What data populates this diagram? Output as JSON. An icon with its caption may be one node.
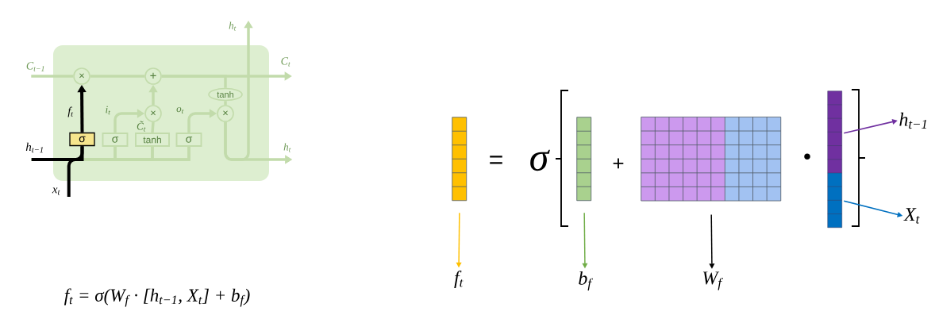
{
  "diagram": {
    "nodes": [
      {
        "text": [],
        "shape": "box"
      },
      {
        "text": [
          "h$_{t}$"
        ]
      },
      {
        "text": [
          "C$_{t−1}$"
        ]
      },
      {
        "text": [
          "C$_{t}$"
        ]
      },
      {
        "text": [
          "×"
        ],
        "in": 0
      },
      {
        "text": [
          "+"
        ],
        "in": 0
      },
      {
        "text": [
          "tanh"
        ],
        "in": 0
      },
      {
        "text": [
          "×"
        ],
        "in": 0
      },
      {
        "text": [
          "×"
        ],
        "in": 0
      },
      {
        "text": [
          "σ"
        ],
        "in": 0
      },
      {
        "text": [
          "σ"
        ],
        "in": 0
      },
      {
        "text": [
          "tanh"
        ],
        "in": 0
      },
      {
        "text": [
          "σ"
        ],
        "in": 0
      },
      {
        "text": [
          "h$_{t}$"
        ]
      },
      {
        "text": [
          "h$_{t−1}$"
        ]
      },
      {
        "text": [
          "x$_{t}$"
        ]
      },
      {
        "text": [],
        "shape": "bar"
      },
      {
        "text": [],
        "shape": "bar"
      },
      {
        "text": [],
        "shape": "grid"
      },
      {
        "text": [],
        "shape": "bar"
      },
      {
        "text": [
          "h$_{t−1}$"
        ]
      },
      {
        "text": [
          "X$_{t}$"
        ]
      },
      {
        "text": [
          "f$_{t}$"
        ]
      },
      {
        "text": [
          "b$_{f}$"
        ]
      },
      {
        "text": [
          "W$_{f}$"
        ]
      }
    ],
    "edges": [
      {
        "from": 2,
        "to": 4,
        "arrow": "none"
      },
      {
        "from": 4,
        "to": 5,
        "arrow": "none"
      },
      {
        "from": 5,
        "to": 3,
        "arrow": "to"
      },
      {
        "from": 5,
        "to": 6,
        "arrow": "none"
      },
      {
        "from": 6,
        "to": 8,
        "arrow": "none"
      },
      {
        "from": 10,
        "to": 7,
        "arrow": "to",
        "label": "i$_{t}$"
      },
      {
        "from": 11,
        "to": 7,
        "arrow": "none",
        "label": "C̃$_{t}$"
      },
      {
        "from": 7,
        "to": 5,
        "arrow": "to"
      },
      {
        "from": 12,
        "to": 8,
        "arrow": "to",
        "label": "o$_{t}$"
      },
      {
        "from": 8,
        "to": 13,
        "arrow": "to"
      },
      {
        "from": 8,
        "to": 1,
        "arrow": "to"
      },
      {
        "from": 14,
        "to": 10,
        "arrow": "none"
      },
      {
        "from": 15,
        "to": 10,
        "arrow": "none"
      },
      {
        "from": 14,
        "to": 11,
        "arrow": "none"
      },
      {
        "from": 15,
        "to": 11,
        "arrow": "none"
      },
      {
        "from": 14,
        "to": 12,
        "arrow": "none"
      },
      {
        "from": 15,
        "to": 12,
        "arrow": "none"
      },
      {
        "from": 14,
        "to": 9,
        "arrow": "none",
        "color": "#000000"
      },
      {
        "from": 15,
        "to": 9,
        "arrow": "none",
        "color": "#000000"
      },
      {
        "from": 9,
        "to": 4,
        "arrow": "to",
        "label": "f$_{t}$",
        "color": "#000000"
      },
      {
        "from": 16,
        "to": 22,
        "arrow": "to",
        "color": "#ffc000"
      },
      {
        "from": 17,
        "to": 23,
        "arrow": "to",
        "color": "#70ad47"
      },
      {
        "from": 18,
        "to": 24,
        "arrow": "to",
        "color": "#000000"
      },
      {
        "from": 19,
        "to": 20,
        "arrow": "to",
        "color": "#7030a0"
      },
      {
        "from": 19,
        "to": 21,
        "arrow": "to",
        "color": "#0070c0"
      }
    ],
    "labels": [
      "=",
      "σ",
      "+",
      "•",
      "f$_{t}$ = σ(W$_{f}$ · [h$_{t−1}$, X$_{t}$] + b$_{f}$)"
    ]
  }
}
